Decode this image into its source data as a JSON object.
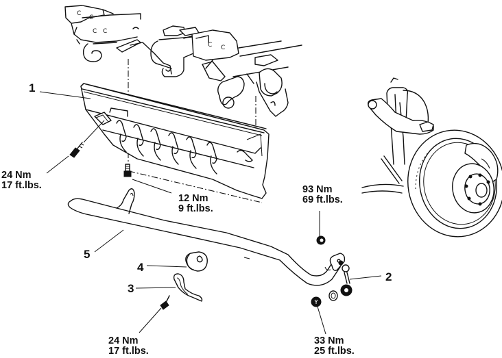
{
  "diagram": {
    "subject": "Front stabilizer bar and skid plate exploded view",
    "callouts": [
      {
        "id": "1",
        "label": "1",
        "part": "skid-plate"
      },
      {
        "id": "2",
        "label": "2",
        "part": "stabilizer-link"
      },
      {
        "id": "3",
        "label": "3",
        "part": "bushing-bracket"
      },
      {
        "id": "4",
        "label": "4",
        "part": "bushing"
      },
      {
        "id": "5",
        "label": "5",
        "part": "stabilizer-bar"
      }
    ],
    "torque_specs": [
      {
        "id": "skid-plate-bolt-left",
        "nm": "24 Nm",
        "ftlbs": "17 ft.lbs."
      },
      {
        "id": "skid-plate-bolt-lower",
        "nm": "12 Nm",
        "ftlbs": "9 ft.lbs."
      },
      {
        "id": "link-upper-nut",
        "nm": "93 Nm",
        "ftlbs": "69 ft.lbs."
      },
      {
        "id": "bracket-bolt",
        "nm": "24 Nm",
        "ftlbs": "17 ft.lbs."
      },
      {
        "id": "link-lower-nut",
        "nm": "33 Nm",
        "ftlbs": "25 ft.lbs."
      }
    ]
  }
}
